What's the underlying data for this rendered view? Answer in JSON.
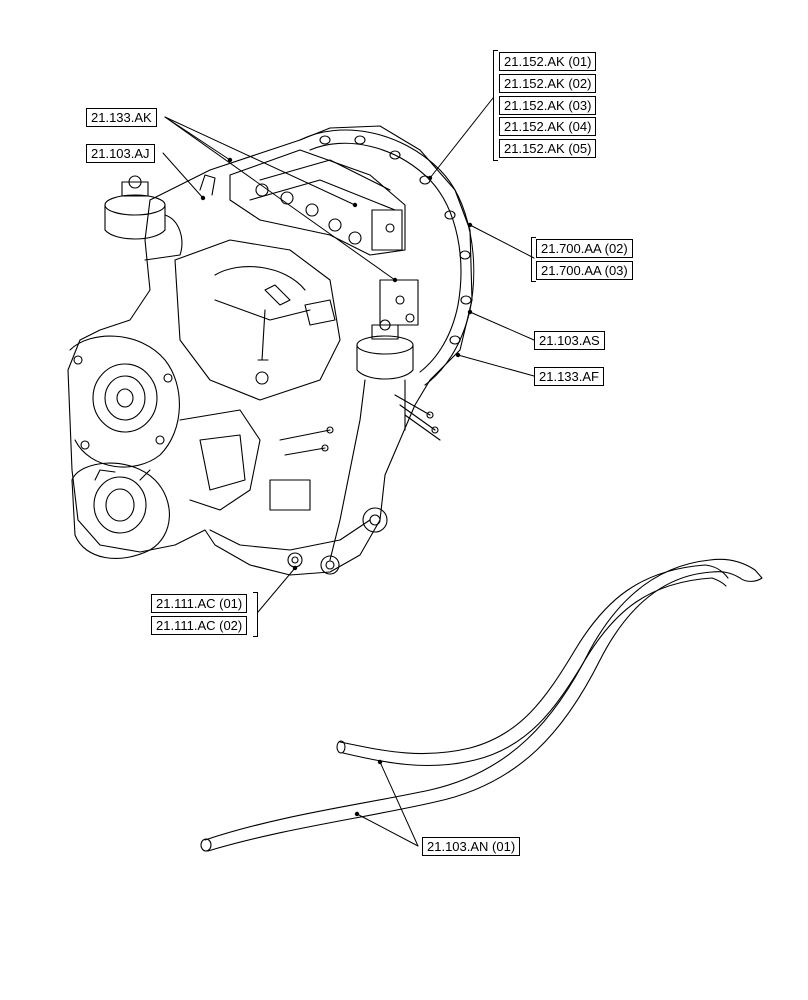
{
  "callouts": {
    "c_133_ak": "21.133.AK",
    "c_103_aj": "21.103.AJ",
    "c_152_ak_01": "21.152.AK (01)",
    "c_152_ak_02": "21.152.AK (02)",
    "c_152_ak_03": "21.152.AK (03)",
    "c_152_ak_04": "21.152.AK (04)",
    "c_152_ak_05": "21.152.AK (05)",
    "c_700_aa_02": "21.700.AA (02)",
    "c_700_aa_03": "21.700.AA (03)",
    "c_103_as": "21.103.AS",
    "c_133_af": "21.133.AF",
    "c_111_ac_01": "21.111.AC (01)",
    "c_111_ac_02": "21.111.AC (02)",
    "c_103_an_01": "21.103.AN (01)"
  }
}
